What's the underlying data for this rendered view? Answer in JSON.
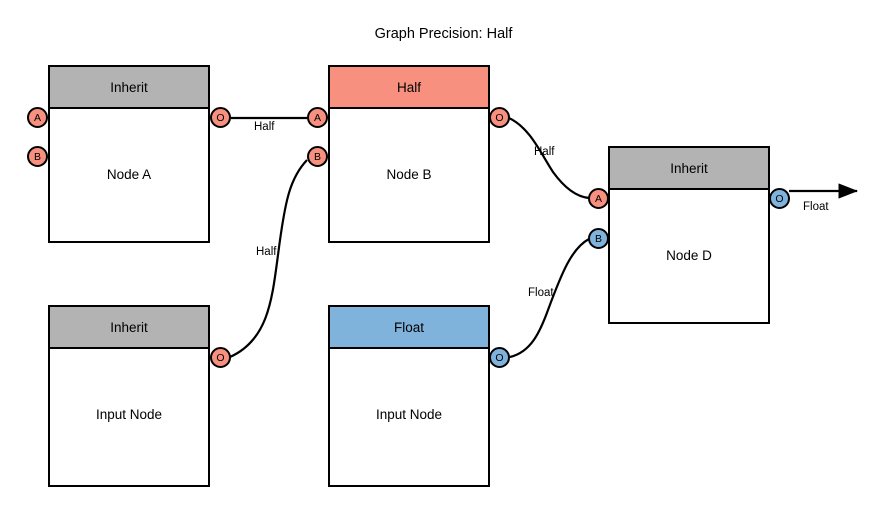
{
  "title": "Graph Precision: Half",
  "colors": {
    "inherit_header": "#b3b3b3",
    "half_header": "#f7907f",
    "float_header": "#7fb3dc",
    "half_port": "#f7907f",
    "float_port": "#7fb3dc",
    "stroke": "#000000",
    "background": "#ffffff"
  },
  "nodes": [
    {
      "id": "node-a",
      "header": "Inherit",
      "header_type": "inherit",
      "label": "Node A",
      "ports": [
        {
          "name": "A",
          "side": "left",
          "type": "half"
        },
        {
          "name": "B",
          "side": "left",
          "type": "half"
        },
        {
          "name": "O",
          "side": "right",
          "type": "half"
        }
      ]
    },
    {
      "id": "node-b",
      "header": "Half",
      "header_type": "half",
      "label": "Node B",
      "ports": [
        {
          "name": "A",
          "side": "left",
          "type": "half"
        },
        {
          "name": "B",
          "side": "left",
          "type": "half"
        },
        {
          "name": "O",
          "side": "right",
          "type": "half"
        }
      ]
    },
    {
      "id": "node-d",
      "header": "Inherit",
      "header_type": "inherit",
      "label": "Node D",
      "ports": [
        {
          "name": "A",
          "side": "left",
          "type": "half"
        },
        {
          "name": "B",
          "side": "left",
          "type": "float"
        },
        {
          "name": "O",
          "side": "right",
          "type": "float"
        }
      ]
    },
    {
      "id": "input-node-left",
      "header": "Inherit",
      "header_type": "inherit",
      "label": "Input Node",
      "ports": [
        {
          "name": "O",
          "side": "right",
          "type": "half"
        }
      ]
    },
    {
      "id": "input-node-middle",
      "header": "Float",
      "header_type": "float",
      "label": "Input Node",
      "ports": [
        {
          "name": "O",
          "side": "right",
          "type": "float"
        }
      ]
    }
  ],
  "edges": [
    {
      "id": "edge-a-to-b",
      "from": "node-a.O",
      "to": "node-b.A",
      "label": "Half"
    },
    {
      "id": "edge-inputleft-to-b",
      "from": "input-node-left.O",
      "to": "node-b.B",
      "label": "Half"
    },
    {
      "id": "edge-b-to-d",
      "from": "node-b.O",
      "to": "node-d.A",
      "label": "Half"
    },
    {
      "id": "edge-inputmiddle-to-d",
      "from": "input-node-middle.O",
      "to": "node-d.B",
      "label": "Float"
    },
    {
      "id": "edge-d-output",
      "from": "node-d.O",
      "to": "output",
      "label": "Float"
    }
  ]
}
